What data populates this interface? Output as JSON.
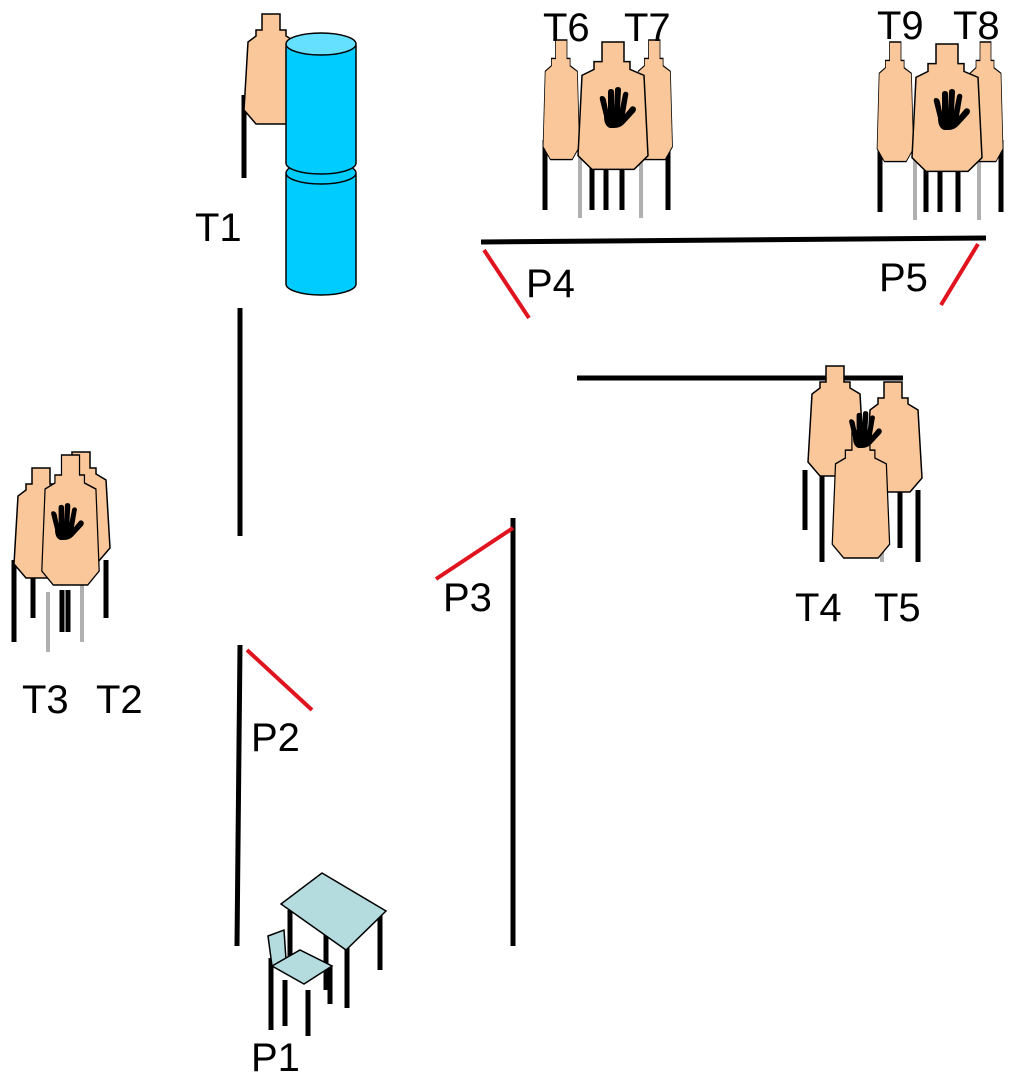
{
  "colors": {
    "target_fill": "#F9C79A",
    "target_stroke": "#000000",
    "barrel_fill": "#00CCFF",
    "barrel_top": "#66E0FF",
    "furniture_fill": "#B4DCDF",
    "wall": "#000000",
    "fault_line": "#E0141E",
    "noshoot_hand": "#000000"
  },
  "icons": {
    "target": "cardboard-silhouette-target",
    "noshoot": "no-shoot-hand-icon",
    "barrel": "barrel-stack",
    "table": "table",
    "chair": "chair"
  },
  "targets": {
    "t1": "T1",
    "t2": "T2",
    "t3": "T3",
    "t4": "T4",
    "t5": "T5",
    "t6": "T6",
    "t7": "T7",
    "t8": "T8",
    "t9": "T9"
  },
  "positions": {
    "p1": "P1",
    "p2": "P2",
    "p3": "P3",
    "p4": "P4",
    "p5": "P5"
  }
}
